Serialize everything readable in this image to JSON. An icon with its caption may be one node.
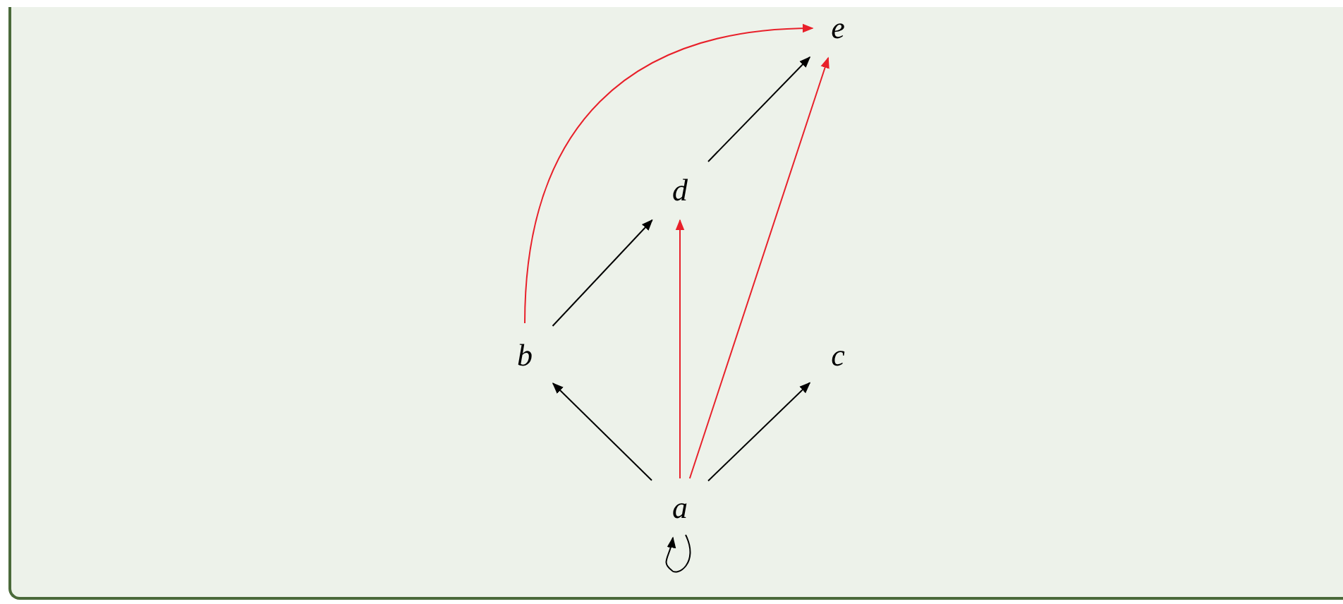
{
  "diagram": {
    "nodes": [
      {
        "text": [
          "a"
        ]
      },
      {
        "text": [
          "b"
        ]
      },
      {
        "text": [
          "c"
        ]
      },
      {
        "text": [
          "d"
        ]
      },
      {
        "text": [
          "e"
        ]
      }
    ],
    "edges": [
      {
        "from": 0,
        "to": 1,
        "arrow": "to"
      },
      {
        "from": 0,
        "to": 2,
        "arrow": "to"
      },
      {
        "from": 0,
        "to": 3,
        "arrow": "to",
        "color": "#e8202a"
      },
      {
        "from": 0,
        "to": 4,
        "arrow": "to",
        "color": "#e8202a"
      },
      {
        "from": 1,
        "to": 3,
        "arrow": "to"
      },
      {
        "from": 3,
        "to": 4,
        "arrow": "to"
      },
      {
        "from": 1,
        "to": 4,
        "arrow": "to",
        "color": "#e8202a"
      },
      {
        "from": 0,
        "to": 0,
        "arrow": "to"
      }
    ]
  }
}
